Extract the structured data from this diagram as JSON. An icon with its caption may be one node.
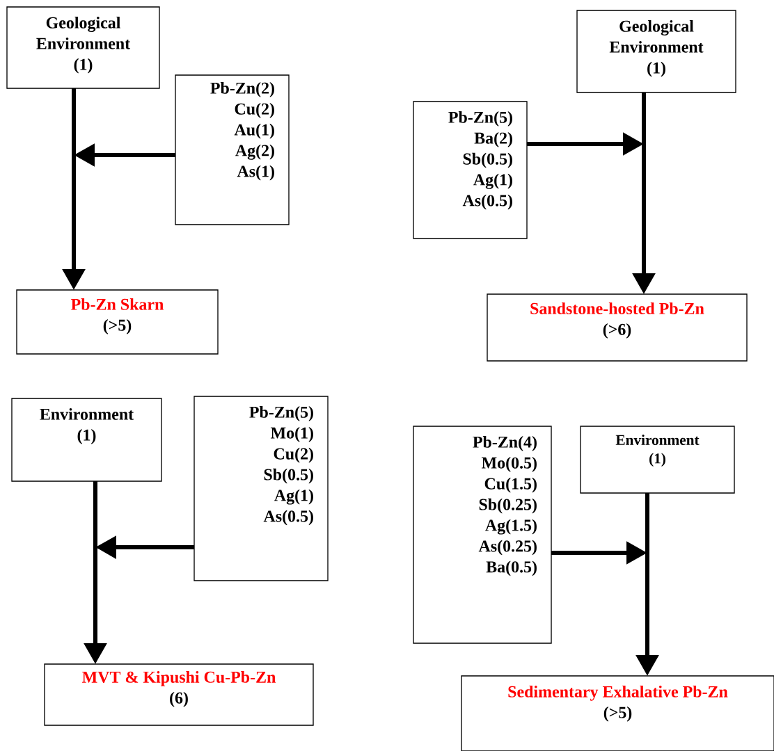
{
  "diagram": {
    "nodes": [
      {
        "text": [
          "Geological Environment",
          "(1)"
        ]
      },
      {
        "text": [
          "Pb-Zn(2)",
          "Cu(2)",
          "Au(1)",
          "Ag(2)",
          "As(1)"
        ]
      },
      {
        "text": [
          "Pb-Zn Skarn",
          "(>5)"
        ]
      },
      {
        "text": [
          "Geological Environment",
          "(1)"
        ]
      },
      {
        "text": [
          "Pb-Zn(5)",
          "Ba(2)",
          "Sb(0.5)",
          "Ag(1)",
          "As(0.5)"
        ]
      },
      {
        "text": [
          "Sandstone-hosted Pb-Zn",
          "(>6)"
        ]
      },
      {
        "text": [
          "Environment",
          "(1)"
        ]
      },
      {
        "text": [
          "Pb-Zn(5)",
          "Mo(1)",
          "Cu(2)",
          "Sb(0.5)",
          "Ag(1)",
          "As(0.5)"
        ]
      },
      {
        "text": [
          "MVT & Kipushi Cu-Pb-Zn",
          "(6)"
        ]
      },
      {
        "text": [
          "Environment",
          "(1)"
        ]
      },
      {
        "text": [
          "Pb-Zn(4)",
          "Mo(0.5)",
          "Cu(1.5)",
          "Sb(0.25)",
          "Ag(1.5)",
          "As(0.25)",
          "Ba(0.5)"
        ]
      },
      {
        "text": [
          "Sedimentary Exhalative Pb-Zn",
          "(>5)"
        ]
      }
    ],
    "edges": [
      {
        "from": 0,
        "to": 2,
        "arrow": "to"
      },
      {
        "from": 1,
        "to": null,
        "arrow": "to"
      },
      {
        "from": 3,
        "to": 5,
        "arrow": "to"
      },
      {
        "from": 4,
        "to": null,
        "arrow": "to"
      },
      {
        "from": 6,
        "to": 8,
        "arrow": "to"
      },
      {
        "from": 7,
        "to": null,
        "arrow": "to"
      },
      {
        "from": 9,
        "to": 11,
        "arrow": "to"
      },
      {
        "from": 10,
        "to": null,
        "arrow": "to"
      }
    ]
  }
}
